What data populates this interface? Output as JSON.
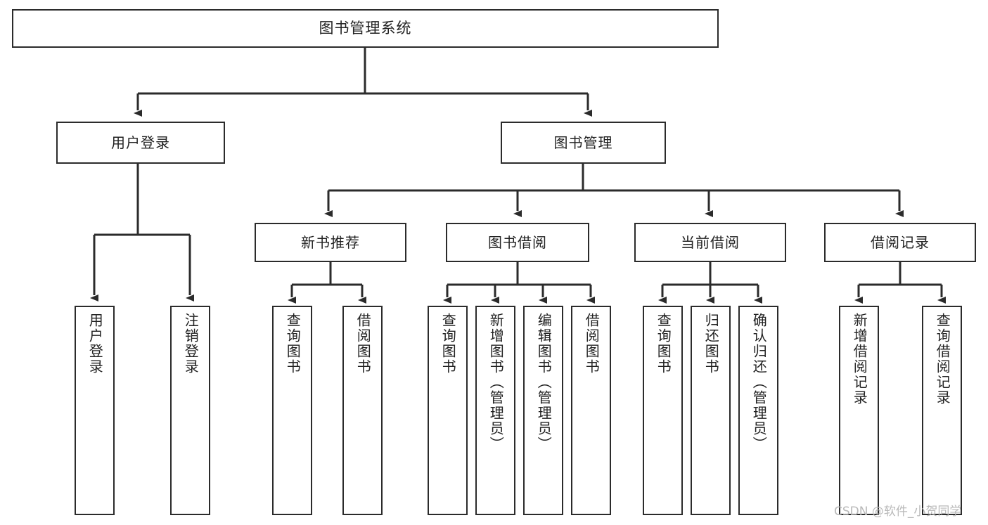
{
  "diagram": {
    "title": "图书管理系统",
    "type": "hierarchy-tree",
    "background_color": "#ffffff",
    "line_color": "#2b2b2b",
    "box_border_color": "#2b2b2b",
    "box_fill_color": "#ffffff",
    "text_color": "#222222"
  },
  "watermark": {
    "text": "CSDN @软件_小贺同学",
    "color": "#b9b9b9"
  },
  "nodes": {
    "root": {
      "label": "图书管理系统"
    },
    "level2": [
      {
        "id": "user-login",
        "label": "用户登录"
      },
      {
        "id": "book-manage",
        "label": "图书管理"
      }
    ],
    "level3": [
      {
        "id": "new-book-recommend",
        "label": "新书推荐"
      },
      {
        "id": "book-borrow",
        "label": "图书借阅"
      },
      {
        "id": "current-borrow",
        "label": "当前借阅"
      },
      {
        "id": "borrow-record",
        "label": "借阅记录"
      }
    ],
    "leaves": {
      "user_login": [
        {
          "id": "leaf-user-login",
          "label": "用户登录"
        },
        {
          "id": "leaf-logout-login",
          "label": "注销登录"
        }
      ],
      "new_book_recommend": [
        {
          "id": "leaf-query-book-1",
          "label": "查询图书"
        },
        {
          "id": "leaf-borrow-book-1",
          "label": "借阅图书"
        }
      ],
      "book_borrow": [
        {
          "id": "leaf-query-book-2",
          "label": "查询图书"
        },
        {
          "id": "leaf-add-book",
          "label": "新增图书（管理员）"
        },
        {
          "id": "leaf-edit-book",
          "label": "编辑图书（管理员）"
        },
        {
          "id": "leaf-borrow-book-2",
          "label": "借阅图书"
        }
      ],
      "current_borrow": [
        {
          "id": "leaf-query-book-3",
          "label": "查询图书"
        },
        {
          "id": "leaf-return-book",
          "label": "归还图书"
        },
        {
          "id": "leaf-confirm-return",
          "label": "确认归还（管理员）"
        }
      ],
      "borrow_record": [
        {
          "id": "leaf-add-record",
          "label": "新增借阅记录"
        },
        {
          "id": "leaf-query-record",
          "label": "查询借阅记录"
        }
      ]
    }
  }
}
